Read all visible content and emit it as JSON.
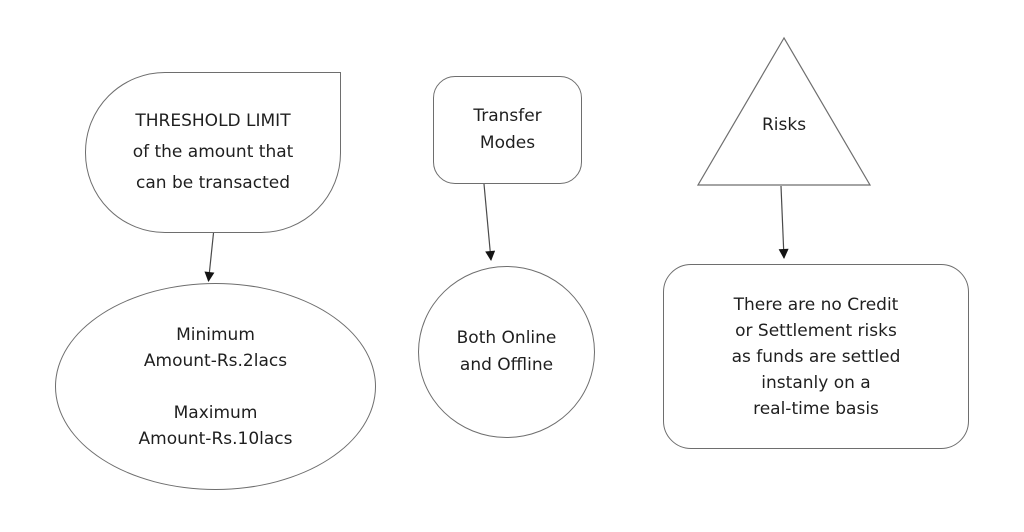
{
  "diagram": {
    "threshold_shape": {
      "lines": [
        "THRESHOLD LIMIT",
        "of the amount that",
        "can be transacted"
      ]
    },
    "limits_ellipse": {
      "minimum_lines": [
        "Minimum",
        "Amount-Rs.2lacs"
      ],
      "maximum_lines": [
        "Maximum",
        "Amount-Rs.10lacs"
      ]
    },
    "transfer_box": {
      "lines": [
        "Transfer",
        "Modes"
      ]
    },
    "modes_circle": {
      "lines": [
        "Both Online",
        "and Offline"
      ]
    },
    "risks_triangle": {
      "label": "Risks"
    },
    "risk_detail_box": {
      "lines": [
        "There are no Credit",
        "or Settlement risks",
        "as funds are settled",
        "instanly on a",
        "real-time basis"
      ]
    }
  },
  "colors": {
    "background": "#ffffff",
    "shape_outline": "#6e6e6e",
    "arrow_line": "#4a4a4a",
    "arrowhead": "#141414",
    "text": "#1f1f1f"
  }
}
